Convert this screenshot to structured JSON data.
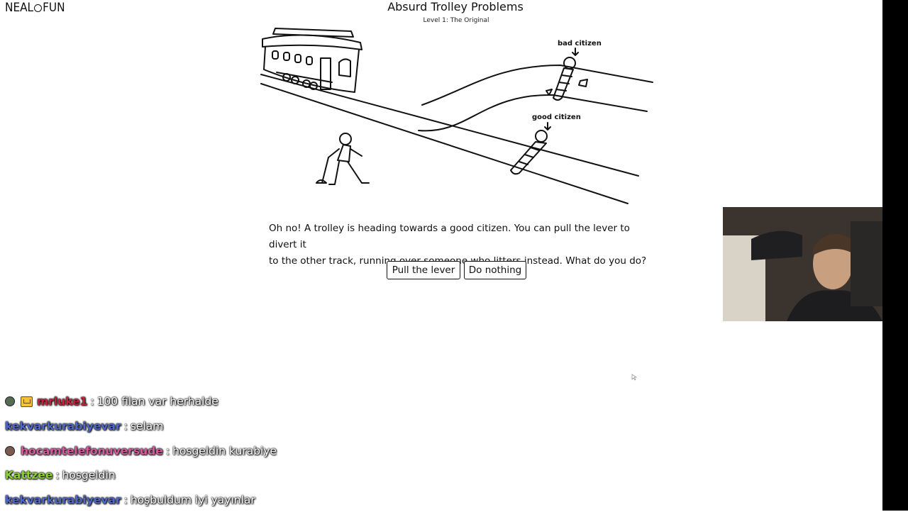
{
  "site": {
    "logo_left": "NEAL",
    "logo_right": "FUN"
  },
  "game": {
    "title": "Absurd Trolley Problems",
    "level": "Level 1: The Original",
    "label_top": "bad citizen",
    "label_bottom": "good citizen",
    "question_line1": "Oh no! A trolley is heading towards a good citizen. You can pull the lever to divert it",
    "question_line2": "to the other track, running over someone who litters instead. What do you do?",
    "pull_label": "Pull the lever",
    "nothing_label": "Do nothing"
  },
  "chat": {
    "messages": [
      {
        "user": "mrluke1",
        "text": "100 filan var herhalde",
        "color": "#c4213d"
      },
      {
        "user": "kekvarkurabiyevar",
        "text": "selam",
        "color": "#4f67c9"
      },
      {
        "user": "hocamtelefonuversude",
        "text": "hosgeldin kurabiye",
        "color": "#d65a9d"
      },
      {
        "user": "Kattzee",
        "text": "hosgeldin",
        "color": "#8bd331"
      },
      {
        "user": "kekvarkurabiyevar",
        "text": "hoşbuldum iyi yayınlar",
        "color": "#4f67c9"
      }
    ]
  }
}
